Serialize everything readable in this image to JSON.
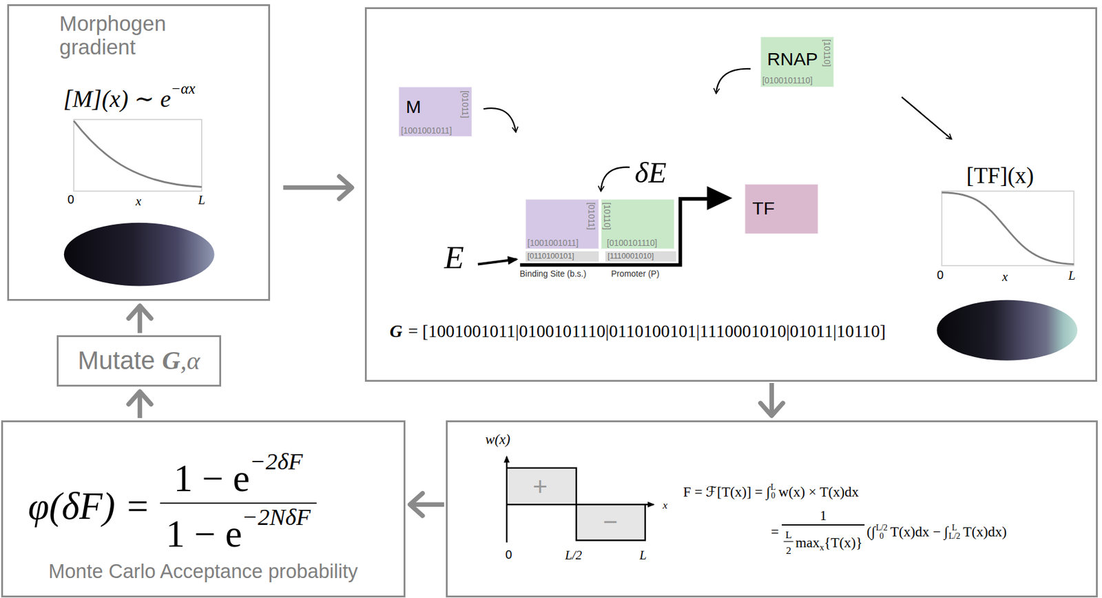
{
  "diagram": {
    "nodes": [
      {
        "text": [
          "Morphogen gradient"
        ]
      },
      {
        "text": [
          "G",
          "= [1001001011|0100101110|0110100101|1110001010|01011|10110]"
        ]
      },
      {
        "text": [
          "M",
          "[01011]",
          "[1001001011]"
        ],
        "in": 1
      },
      {
        "text": [
          "RNAP",
          "[10110]",
          "[0100101110]"
        ],
        "in": 1
      },
      {
        "text": [
          "[01011]",
          "[1001001011]"
        ],
        "in": 1
      },
      {
        "text": [
          "[10110]",
          "[0100101110]"
        ],
        "in": 1
      },
      {
        "text": [
          "TF"
        ],
        "in": 1
      },
      {
        "text": [
          "[0110100101]",
          "Binding Site (b.s.)"
        ],
        "in": 1
      },
      {
        "text": [
          "[1110001010]",
          "Promoter (P)"
        ],
        "in": 1
      },
      {
        "text": [
          "Mutate",
          "G",
          ",α"
        ]
      },
      {
        "text": [
          "Monte Carlo Acceptance probability"
        ]
      },
      {
        "text": [
          "w(x)"
        ]
      }
    ],
    "edges": [
      {
        "from": 0,
        "to": 1,
        "arrow": "to"
      },
      {
        "from": 1,
        "to": 11,
        "arrow": "to"
      },
      {
        "from": 11,
        "to": 10,
        "arrow": "to"
      },
      {
        "from": 10,
        "to": 9,
        "arrow": "to"
      },
      {
        "from": 9,
        "to": 0,
        "arrow": "to"
      }
    ],
    "labels": [
      "[M](x) ∼ e",
      "−αx",
      "0",
      "x",
      "L",
      "δE",
      "E",
      "[TF](x)",
      "0",
      "x",
      "L",
      "0",
      "L/2",
      "L",
      "x",
      "+",
      "−",
      "F = ℱ[T(x)] = ∫",
      "L",
      "0",
      "w(x) × T(x)dx",
      "=",
      "1",
      "L",
      "2",
      "max",
      "x",
      "{T(x)}",
      "(∫",
      "L/2",
      "0",
      "T(x)dx − ∫",
      "L",
      "L/2",
      "T(x)dx)",
      "φ(δF) =",
      "1 − e",
      "−2δF",
      "1 − e",
      "−2NδF"
    ]
  }
}
